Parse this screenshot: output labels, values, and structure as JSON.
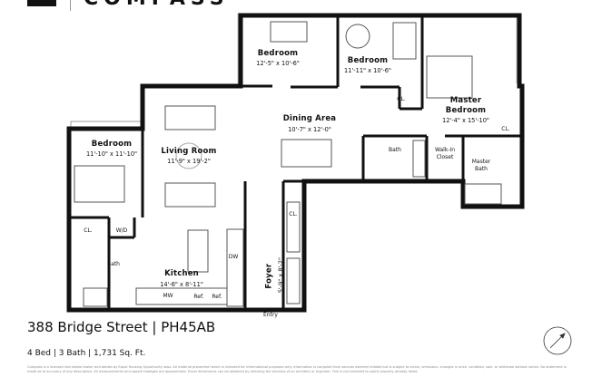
{
  "brand": {
    "logo_text": "COMPASS"
  },
  "listing": {
    "title": "388 Bridge Street | PH45AB",
    "summary": "4 Bed | 3 Bath | 1,731 Sq. Ft.",
    "disclaimer": "Compass is a licensed real estate broker and abides by Equal Housing Opportunity laws. All material presented herein is intended for informational purposes only. Information is compiled from sources deemed reliable but is subject to errors, omissions, changes in price, condition, sale, or withdraw without notice. No statement is made as to accuracy of any description. All measurements and square footages are approximate. Exact dimensions can be obtained by retaining the services of an architect or engineer. This is not intended to solicit property already listed."
  },
  "rooms": {
    "bedroom_left": {
      "name": "Bedroom",
      "dims": "11'-10\" x 11'-10\""
    },
    "living": {
      "name": "Living Room",
      "dims": "11'-9\" x 19'-2\""
    },
    "bedroom_top": {
      "name": "Bedroom",
      "dims": "12'-5\" x 10'-6\""
    },
    "bedroom_mid": {
      "name": "Bedroom",
      "dims": "11'-11\" x 10'-6\""
    },
    "master": {
      "name1": "Master",
      "name2": "Bedroom",
      "dims": "12'-4\" x 15'-10\""
    },
    "dining": {
      "name": "Dining Area",
      "dims": "10'-7\" x 12'-0\""
    },
    "kitchen": {
      "name": "Kitchen",
      "dims": "14'-6\" x 8'-11\""
    },
    "foyer": {
      "name": "Foyer",
      "dims": "5'-9\" x 8'-2\""
    },
    "bath_mid": "Bath",
    "bath_left": "Bath",
    "walkin": {
      "l1": "Walk-In",
      "l2": "Closet"
    },
    "master_bath": {
      "l1": "Master",
      "l2": "Bath"
    },
    "closets": [
      "CL.",
      "CL.",
      "CL.",
      "CL."
    ],
    "wd": "W/D",
    "dw": "DW",
    "mw": "MW",
    "ref": [
      "Ref.",
      "Ref."
    ],
    "entry": "Entry"
  },
  "icons": {
    "compass_rose": "north-arrow-icon"
  }
}
